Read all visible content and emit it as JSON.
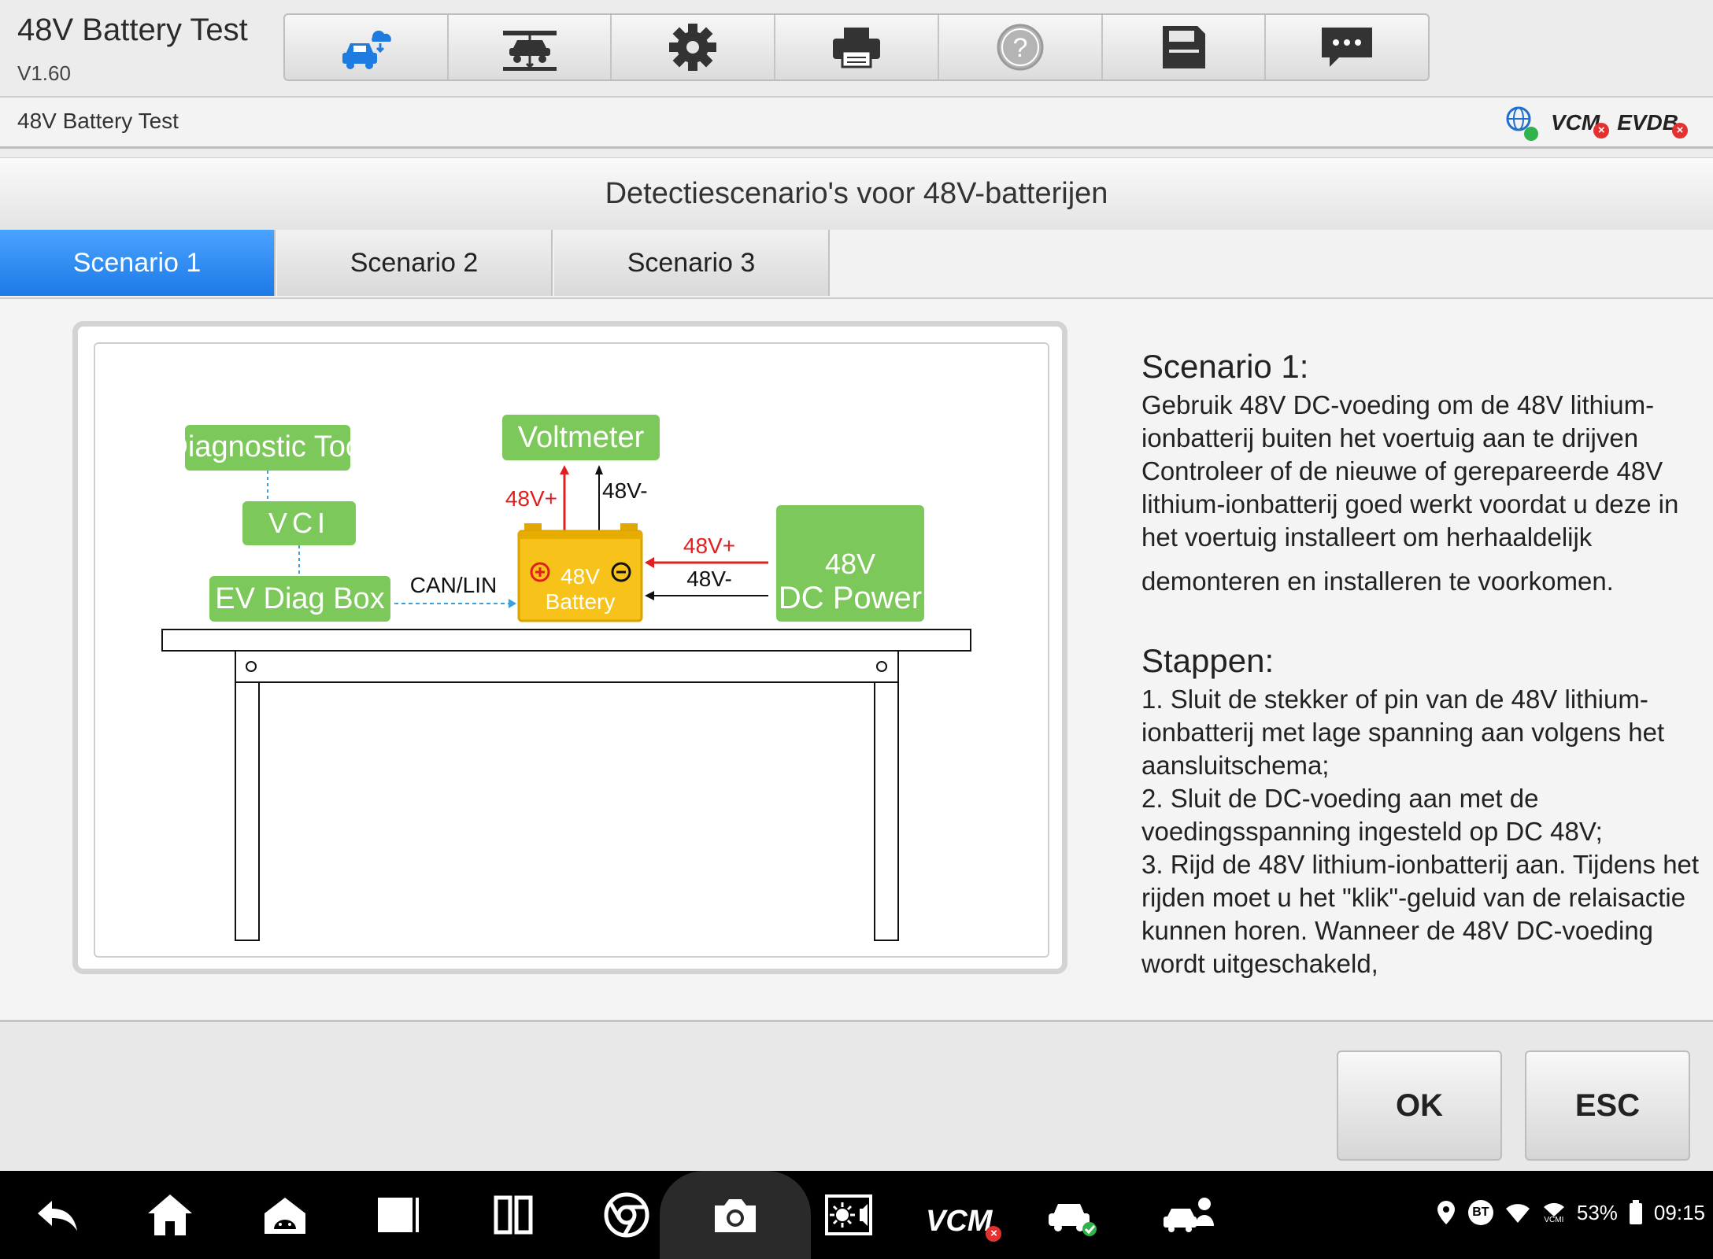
{
  "app": {
    "title": "48V Battery Test",
    "version": "V1.60"
  },
  "toolbar": {
    "buttons": [
      {
        "name": "vehicle-cloud-icon"
      },
      {
        "name": "vehicle-lift-icon"
      },
      {
        "name": "settings-gear-icon"
      },
      {
        "name": "printer-icon"
      },
      {
        "name": "help-icon"
      },
      {
        "name": "save-icon"
      },
      {
        "name": "message-icon"
      }
    ]
  },
  "breadcrumb": {
    "text": "48V Battery Test"
  },
  "status": {
    "vcm_label": "VCM",
    "evdb_label": "EVDB"
  },
  "page": {
    "title": "Detectiescenario's voor 48V-batterijen"
  },
  "tabs": [
    "Scenario 1",
    "Scenario 2",
    "Scenario 3"
  ],
  "diagram": {
    "diagnostic_tool": "Diagnostic Tool",
    "vci": "VCI",
    "ev_diag_box": "EV Diag Box",
    "can_lin": "CAN/LIN",
    "voltmeter": "Voltmeter",
    "v_plus": "48V+",
    "v_minus": "48V-",
    "battery_line1": "48V",
    "battery_line2": "Battery",
    "power_line1": "48V",
    "power_line2": "DC Power",
    "colors": {
      "green": "#7dc85a",
      "battery": "#f7c21a",
      "red": "#e02020"
    }
  },
  "description": {
    "scenario_heading": "Scenario 1:",
    "scenario_text_1": "Gebruik 48V DC-voeding om de 48V lithium-ionbatterij buiten het voertuig aan te drijven",
    "scenario_text_2": "Controleer of de nieuwe of gerepareerde 48V lithium-ionbatterij goed werkt voordat u deze in het voertuig installeert om herhaaldelijk",
    "scenario_text_3": "demonteren en installeren te voorkomen.",
    "steps_heading": "Stappen:",
    "step_1": "1. Sluit de stekker of pin van de 48V lithium-ionbatterij met lage spanning aan volgens het aansluitschema;",
    "step_2": "2. Sluit de DC-voeding aan met de voedingsspanning ingesteld op DC 48V;",
    "step_3": "3. Rijd de 48V lithium-ionbatterij aan. Tijdens het rijden moet u het \"klik\"-geluid van de relaisactie kunnen horen. Wanneer de 48V DC-voeding wordt uitgeschakeld,"
  },
  "actions": {
    "ok": "OK",
    "esc": "ESC"
  },
  "system": {
    "battery_percent": "53%",
    "time": "09:15",
    "bt_label": "BT",
    "vcmi_label": "VCMI"
  }
}
